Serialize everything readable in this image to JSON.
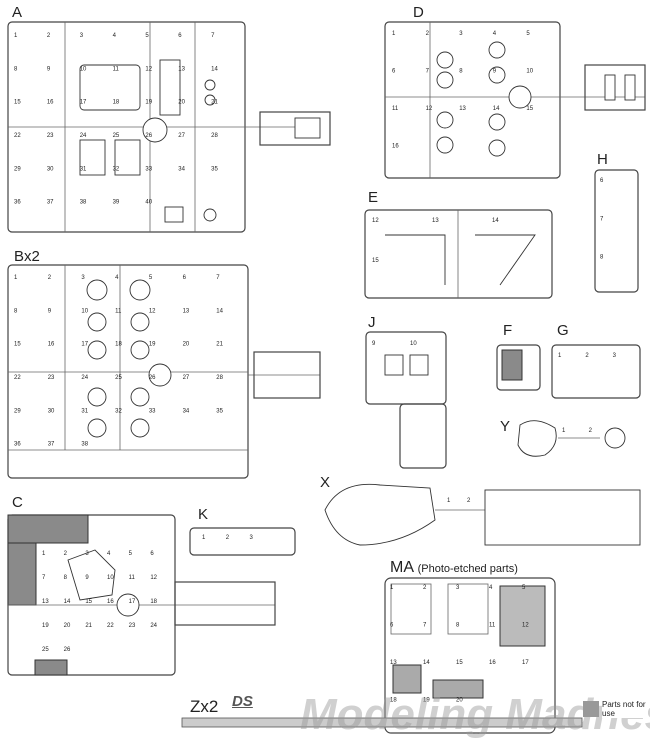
{
  "sprues": [
    {
      "id": "A",
      "label": "A",
      "parts": [
        "1",
        "2",
        "3",
        "4",
        "5",
        "6",
        "7",
        "8",
        "9",
        "10",
        "11",
        "12",
        "13",
        "14",
        "15",
        "16",
        "17",
        "18",
        "19",
        "20",
        "21",
        "22",
        "23",
        "24",
        "25",
        "26",
        "27",
        "28",
        "29",
        "30",
        "31",
        "32",
        "33",
        "34",
        "35",
        "36",
        "37",
        "38",
        "39",
        "40"
      ]
    },
    {
      "id": "B",
      "label": "Bx2",
      "parts": [
        "1",
        "2",
        "3",
        "4",
        "5",
        "6",
        "7",
        "8",
        "9",
        "10",
        "11",
        "12",
        "13",
        "14",
        "15",
        "16",
        "17",
        "18",
        "19",
        "20",
        "21",
        "22",
        "23",
        "24",
        "25",
        "26",
        "27",
        "28",
        "29",
        "30",
        "31",
        "32",
        "33",
        "34",
        "35",
        "36",
        "37",
        "38"
      ]
    },
    {
      "id": "C",
      "label": "C",
      "parts": [
        "1",
        "2",
        "3",
        "4",
        "5",
        "6",
        "7",
        "8",
        "9",
        "10",
        "11",
        "12",
        "13",
        "14",
        "15",
        "16",
        "17",
        "18",
        "19",
        "20",
        "21",
        "22",
        "23",
        "24",
        "25",
        "26"
      ]
    },
    {
      "id": "D",
      "label": "D",
      "parts": [
        "1",
        "2",
        "3",
        "4",
        "5",
        "6",
        "7",
        "8",
        "9",
        "10",
        "11",
        "12",
        "13",
        "14",
        "15",
        "16"
      ]
    },
    {
      "id": "E",
      "label": "E",
      "parts": [
        "12",
        "13",
        "14",
        "15"
      ]
    },
    {
      "id": "H",
      "label": "H",
      "parts": [
        "6",
        "7",
        "8"
      ]
    },
    {
      "id": "J",
      "label": "J",
      "parts": [
        "9",
        "10"
      ]
    },
    {
      "id": "F",
      "label": "F",
      "parts": []
    },
    {
      "id": "G",
      "label": "G",
      "parts": [
        "1",
        "2",
        "3"
      ]
    },
    {
      "id": "Y",
      "label": "Y",
      "parts": [
        "1",
        "2"
      ]
    },
    {
      "id": "X",
      "label": "X",
      "parts": [
        "1",
        "2"
      ]
    },
    {
      "id": "K",
      "label": "K",
      "parts": [
        "1",
        "2",
        "3"
      ]
    },
    {
      "id": "MA",
      "label": "MA",
      "sublabel": "(Photo-etched parts)",
      "parts": [
        "1",
        "2",
        "3",
        "4",
        "5",
        "6",
        "7",
        "8",
        "11",
        "12",
        "13",
        "14",
        "15",
        "16",
        "17",
        "18",
        "19",
        "20"
      ]
    }
  ],
  "tracks": {
    "label": "Zx2",
    "logo": "DS"
  },
  "legend": {
    "text": "Parts not for use"
  },
  "watermark": "Modeling Madness.com",
  "colors": {
    "line": "#444444",
    "shade": "#8a8a8a"
  }
}
